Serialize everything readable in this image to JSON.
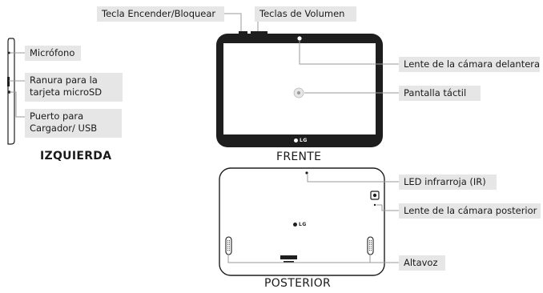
{
  "colors": {
    "callout_bg": "#e6e6e6",
    "leader_line": "#9a9a9a",
    "device_frame": "#1e1e1e",
    "screen_bg": "#ffffff"
  },
  "views": {
    "left": "IZQUIERDA",
    "front": "FRENTE",
    "back": "POSTERIOR"
  },
  "callouts": {
    "power_key": "Tecla Encender/Bloquear",
    "volume_keys": "Teclas de Volumen",
    "microphone": "Micrófono",
    "microsd_slot": "Ranura para la tarjeta microSD",
    "charger_port": "Puerto para Cargador/ USB",
    "front_camera": "Lente de la cámara delantera",
    "touchscreen": "Pantalla táctil",
    "ir_led": "LED infrarroja (IR)",
    "rear_camera": "Lente de la cámara posterior",
    "speaker": "Altavoz"
  },
  "logos": {
    "front_logo": "LG",
    "back_logo": "LG"
  }
}
